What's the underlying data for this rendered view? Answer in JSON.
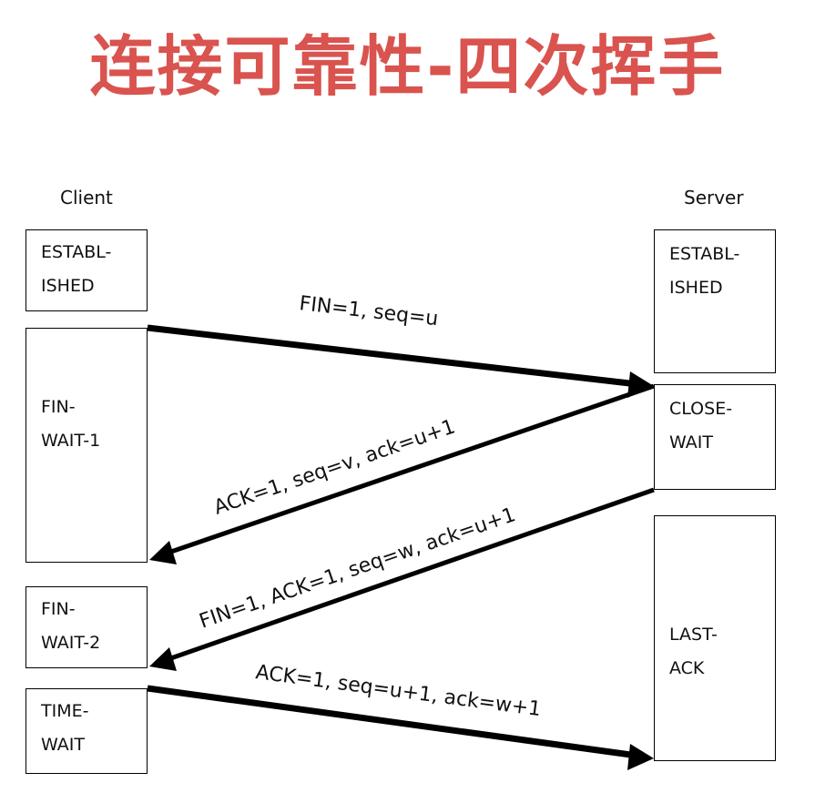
{
  "title": "连接可靠性-四次挥手",
  "client_label": "Client",
  "server_label": "Server",
  "client_states": [
    "ESTABL-\nISHED",
    "FIN-\nWAIT-1",
    "FIN-\nWAIT-2",
    "TIME-\nWAIT"
  ],
  "server_states": [
    "ESTABL-\nISHED",
    "CLOSE-\nWAIT",
    "LAST-\nACK"
  ],
  "messages": [
    "FIN=1, seq=u",
    "ACK=1, seq=v, ack=u+1",
    "FIN=1, ACK=1, seq=w, ack=u+1",
    "ACK=1, seq=u+1, ack=w+1"
  ],
  "colors": {
    "title": "#d9534f",
    "arrow": "#000000"
  }
}
